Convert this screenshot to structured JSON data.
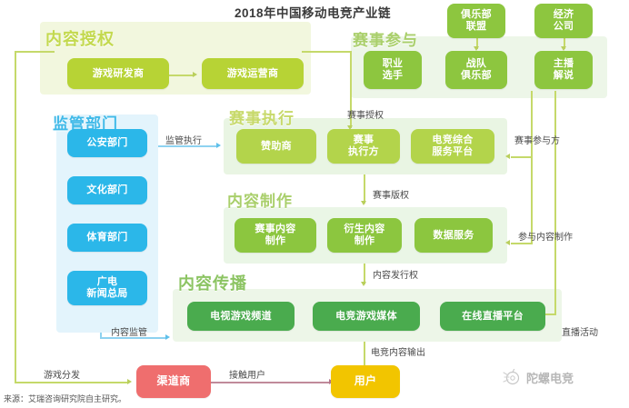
{
  "title": "2018年中国移动电竞产业链",
  "sections": {
    "content_auth": {
      "heading": "内容授权",
      "nodes": [
        {
          "label": "游戏研发商"
        },
        {
          "label": "游戏运营商"
        }
      ]
    },
    "regulator": {
      "heading": "监管部门",
      "nodes": [
        {
          "label": "公安部门"
        },
        {
          "label": "文化部门"
        },
        {
          "label": "体育部门"
        },
        {
          "label": "广电\n新闻总局",
          "line1": "广电",
          "line2": "新闻总局"
        }
      ]
    },
    "event_exec": {
      "heading": "赛事执行",
      "nodes": [
        {
          "label": "赞助商"
        },
        {
          "line1": "赛事",
          "line2": "执行方"
        },
        {
          "line1": "电竞综合",
          "line2": "服务平台"
        }
      ]
    },
    "content_prod": {
      "heading": "内容制作",
      "nodes": [
        {
          "line1": "赛事内容",
          "line2": "制作"
        },
        {
          "line1": "衍生内容",
          "line2": "制作"
        },
        {
          "label": "数据服务"
        }
      ]
    },
    "content_dist": {
      "heading": "内容传播",
      "nodes": [
        {
          "label": "电视游戏频道"
        },
        {
          "label": "电竞游戏媒体"
        },
        {
          "label": "在线直播平台"
        }
      ]
    },
    "event_part": {
      "heading": "赛事参与",
      "nodes": [
        {
          "line1": "俱乐部",
          "line2": "联盟"
        },
        {
          "line1": "经济",
          "line2": "公司"
        },
        {
          "line1": "职业",
          "line2": "选手"
        },
        {
          "line1": "战队",
          "line2": "俱乐部"
        },
        {
          "line1": "主播",
          "line2": "解说"
        }
      ]
    },
    "bottom": {
      "channel": "渠道商",
      "user": "用户"
    }
  },
  "edges": {
    "regulatory_exec": "监管执行",
    "content_regulation": "内容监管",
    "event_auth": "赛事授权",
    "event_copyright": "赛事版权",
    "content_release": "内容发行权",
    "event_participants": "赛事参与方",
    "join_content_prod": "参与内容制作",
    "live_activity": "直播活动",
    "game_distribution": "游戏分发",
    "reach_user": "接触用户",
    "esports_output": "电竞内容输出"
  },
  "footer": {
    "source": "来源：艾瑞咨询研究院自主研究。",
    "watermark": "陀螺电竞",
    "watermark_icon": "gyro-logo-icon"
  },
  "colors": {
    "lime": "#b7d335",
    "blue": "#2bb7e9",
    "olive": "#b3d44b",
    "green": "#8cc63f",
    "dark_green": "#4aab4e",
    "red": "#ef6e6e",
    "yellow": "#f2c500"
  }
}
